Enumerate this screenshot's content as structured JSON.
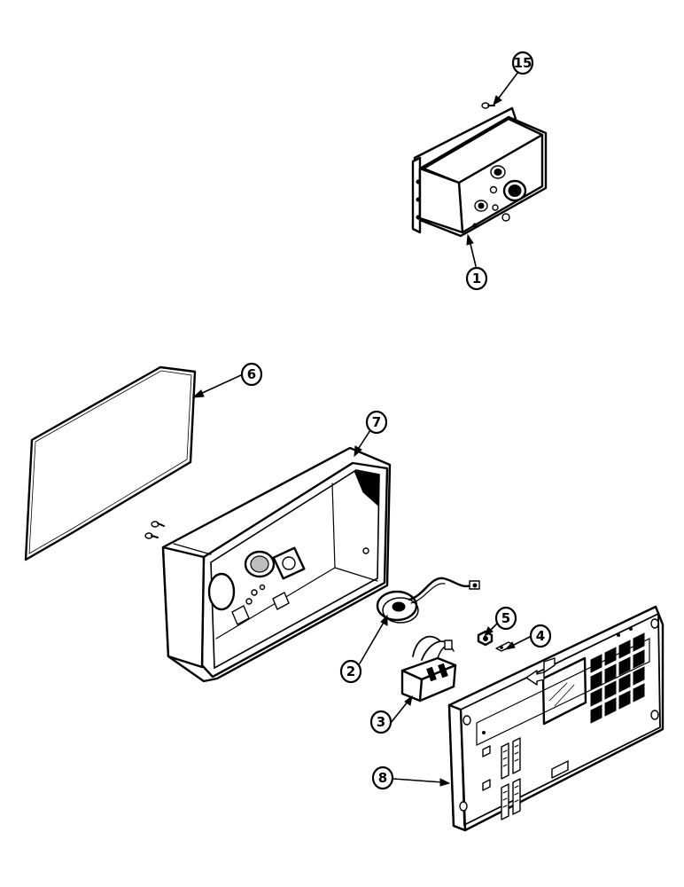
{
  "callouts": {
    "c15": "15",
    "c1": "1",
    "c6": "6",
    "c7": "7",
    "c2": "2",
    "c5": "5",
    "c4": "4",
    "c3": "3",
    "c8": "8"
  },
  "colors": {
    "ink": "#000000",
    "paper": "#ffffff"
  }
}
